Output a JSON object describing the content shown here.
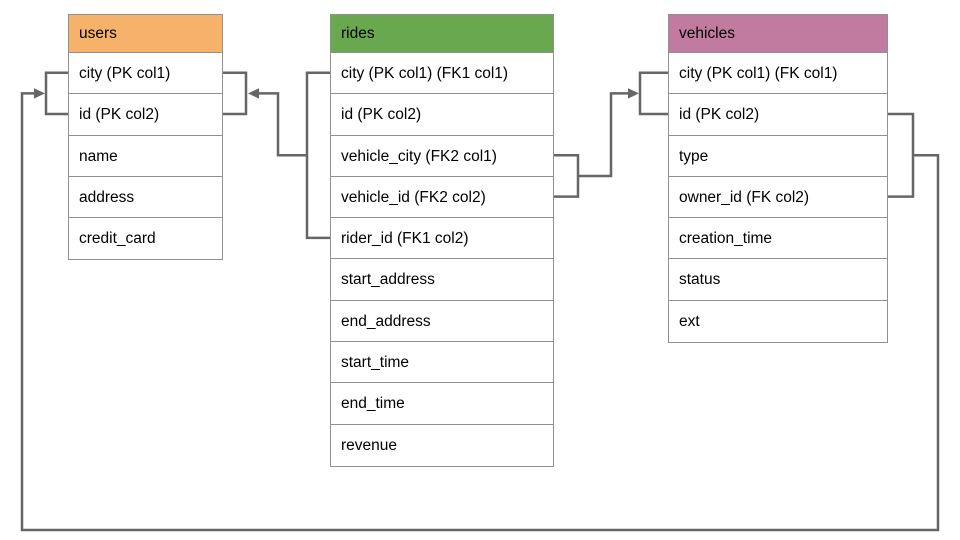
{
  "canvas": {
    "background_color": "#ffffff",
    "table_border_color": "#919191",
    "connector_color": "#666666"
  },
  "tables": [
    {
      "name": "users",
      "header_color": "#f6b26b",
      "columns": [
        "city (PK col1)",
        "id (PK col2)",
        "name",
        "address",
        "credit_card"
      ]
    },
    {
      "name": "rides",
      "header_color": "#6aa84f",
      "columns": [
        "city (PK col1) (FK1 col1)",
        "id (PK col2)",
        "vehicle_city (FK2 col1)",
        "vehicle_id (FK2 col2)",
        "rider_id (FK1 col2)",
        "start_address",
        "end_address",
        "start_time",
        "end_time",
        "revenue"
      ]
    },
    {
      "name": "vehicles",
      "header_color": "#c27ba0",
      "columns": [
        "city (PK col1) (FK col1)",
        "id (PK col2)",
        "type",
        "owner_id (FK col2)",
        "creation_time",
        "status",
        "ext"
      ]
    }
  ],
  "relationships": [
    {
      "name": "FK1",
      "from_table": "rides",
      "from_columns": [
        "city",
        "rider_id"
      ],
      "to_table": "users",
      "to_columns": [
        "city",
        "id"
      ]
    },
    {
      "name": "FK2",
      "from_table": "rides",
      "from_columns": [
        "vehicle_city",
        "vehicle_id"
      ],
      "to_table": "vehicles",
      "to_columns": [
        "city",
        "id"
      ]
    },
    {
      "name": "FK",
      "from_table": "vehicles",
      "from_columns": [
        "city",
        "owner_id"
      ],
      "to_table": "users",
      "to_columns": [
        "city",
        "id"
      ]
    }
  ]
}
